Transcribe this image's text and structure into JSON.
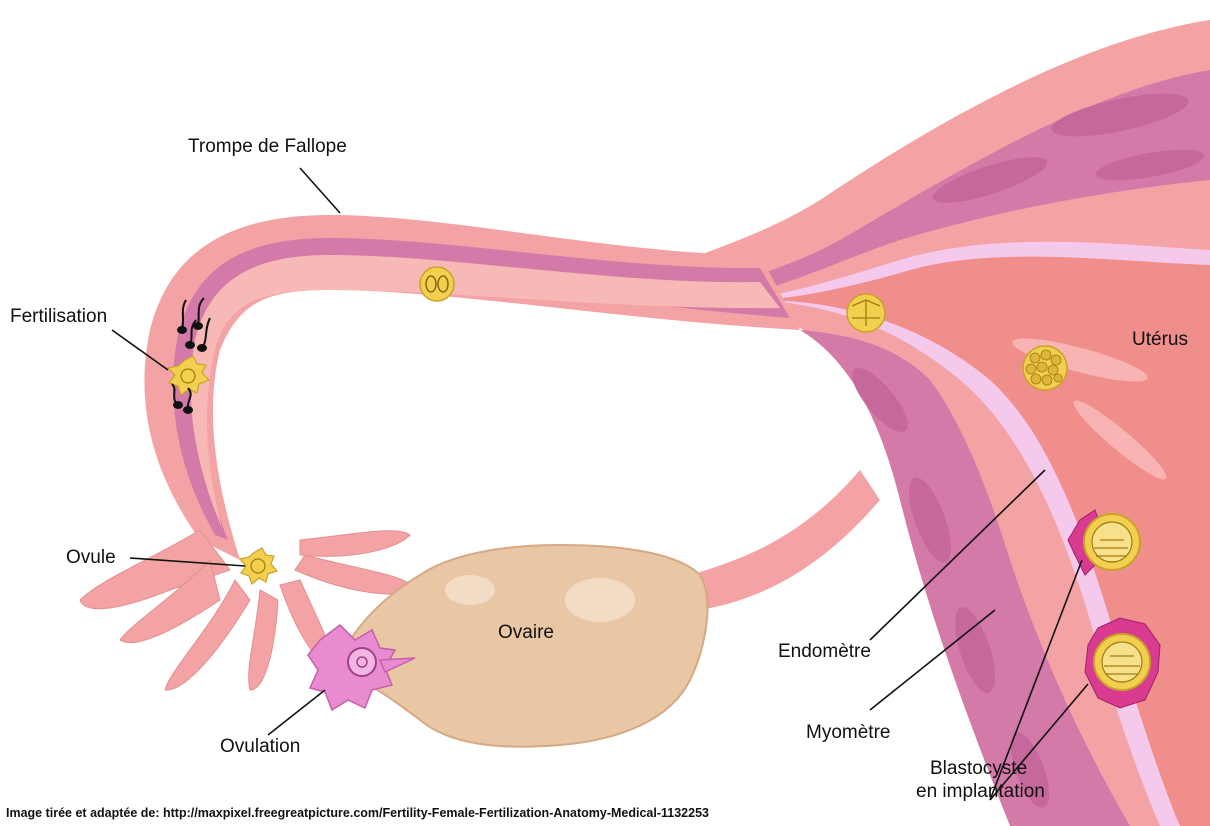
{
  "labels": {
    "trompe": "Trompe de Fallope",
    "fertilisation": "Fertilisation",
    "uterus": "Utérus",
    "ovule": "Ovule",
    "ovaire": "Ovaire",
    "ovulation": "Ovulation",
    "endometre": "Endomètre",
    "myometre": "Myomètre",
    "blastocyste_line1": "Blastocyste",
    "blastocyste_line2": "en implantation"
  },
  "credit": "Image tirée et adaptée de: http://maxpixel.freegreatpicture.com/Fertility-Female-Fertilization-Anatomy-Medical-1132253",
  "colors": {
    "tissue_pink": "#f4a3a5",
    "tube_lumen": "#f7b9b6",
    "muscle_purple": "#d47aa8",
    "endometrium": "#f5c9ec",
    "ovary": "#e9c6a4",
    "embryo_yellow": "#f2cf4e",
    "lumen_red": "#f08e8c"
  }
}
